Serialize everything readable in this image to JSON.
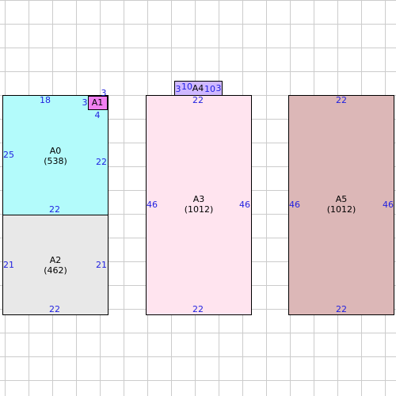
{
  "colors": {
    "A0": "#b3fbfb",
    "A1": "#f080f0",
    "A2": "#e8e8e8",
    "A3": "#ffe4ef",
    "A4": "#cfb8ff",
    "A5": "#dcb7b7",
    "dimension_text": "#1f1fe0",
    "grid": "#cccccc"
  },
  "A0": {
    "name": "A0",
    "area": "(538)",
    "top": "18",
    "left": "25",
    "right": "22"
  },
  "A1": {
    "name": "A1",
    "top": "3",
    "left": "3",
    "bottom": "4"
  },
  "A2": {
    "name": "A2",
    "area": "(462)",
    "top": "22",
    "left": "21",
    "right": "21",
    "bottom": "22"
  },
  "A3": {
    "name": "A3",
    "area": "(1012)",
    "top": "22",
    "left": "46",
    "right": "46",
    "bottom": "22"
  },
  "A4": {
    "name": "A4",
    "left": "3",
    "top_left": "10",
    "top_right": "10",
    "right": "3"
  },
  "A5": {
    "name": "A5",
    "area": "(1012)",
    "top": "22",
    "left": "46",
    "right": "46",
    "bottom": "22"
  }
}
